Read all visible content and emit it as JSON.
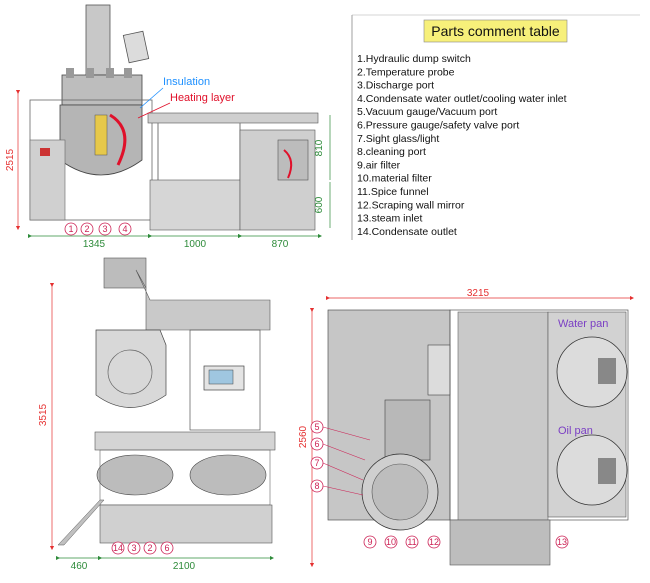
{
  "legend": {
    "title": "Parts comment table",
    "items": [
      "1.Hydraulic dump switch",
      "2.Temperature probe",
      "3.Discharge port",
      "4.Condensate water outlet/cooling water inlet",
      "5.Vacuum gauge/Vacuum port",
      "6.Pressure gauge/safety valve port",
      "7.Sight glass/light",
      "8.cleaning port",
      "9.air filter",
      "10.material filter",
      "11.Spice funnel",
      "12.Scraping wall mirror",
      "13.steam inlet",
      "14.Condensate outlet"
    ]
  },
  "callouts": {
    "insulation": "Insulation",
    "heating": "Heating layer",
    "water_pan": "Water pan",
    "oil_pan": "Oil pan"
  },
  "colors": {
    "green_dim": "#2e8b3a",
    "red_dim": "#e53030",
    "callout_pink": "#cc2255",
    "insulation_blue": "#1e90ff",
    "heating_red": "#e0102a",
    "pan_purple": "#7b3fc4"
  },
  "top_view": {
    "dims": {
      "height": "2515",
      "d1": "1345",
      "d2": "1000",
      "d3": "870",
      "h1": "810",
      "h2": "600"
    },
    "markers": [
      "1",
      "2",
      "3",
      "4"
    ]
  },
  "side_view": {
    "dims": {
      "height": "3515",
      "w1": "460",
      "w2": "2100"
    },
    "markers": [
      "14",
      "3",
      "2",
      "6"
    ]
  },
  "plan_view": {
    "dims": {
      "width": "3215",
      "depth": "2560"
    },
    "markers_left": [
      "5",
      "6",
      "7",
      "8"
    ],
    "markers_bottom": [
      "9",
      "10",
      "11",
      "12",
      "13"
    ]
  }
}
